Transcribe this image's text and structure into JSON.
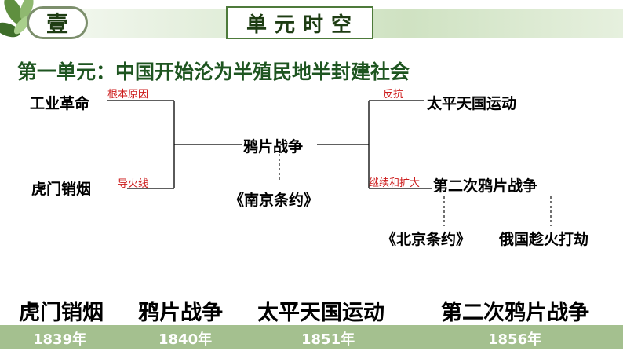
{
  "header": {
    "badge": "壹",
    "title": "单元时空"
  },
  "unit_title": "第一单元：中国开始沦为半殖民地半封建社会",
  "diagram": {
    "nodes": {
      "industrial_revolution": "工业革命",
      "humen_opium_burning": "虎门销烟",
      "opium_war": "鸦片战争",
      "treaty_nanjing": "《南京条约》",
      "taiping": "太平天国运动",
      "second_opium_war": "第二次鸦片战争",
      "treaty_beijing": "《北京条约》",
      "russia_plunder": "俄国趁火打劫"
    },
    "relations": {
      "root_cause": "根本原因",
      "fuse": "导火线",
      "resistance": "反抗",
      "continuation": "继续和扩大"
    }
  },
  "timeline": {
    "events": [
      "虎门销烟",
      "鸦片战争",
      "太平天国运动",
      "第二次鸦片战争"
    ],
    "years": [
      "1839年",
      "1840年",
      "1851年",
      "1856年"
    ]
  },
  "colors": {
    "unit_title": "#1e5520",
    "relation_text": "#cc1a1a",
    "timeline_bar": "#a4c08f",
    "header_green": "#4d7a3a"
  },
  "icons": [
    "leaf-decoration-icon"
  ]
}
